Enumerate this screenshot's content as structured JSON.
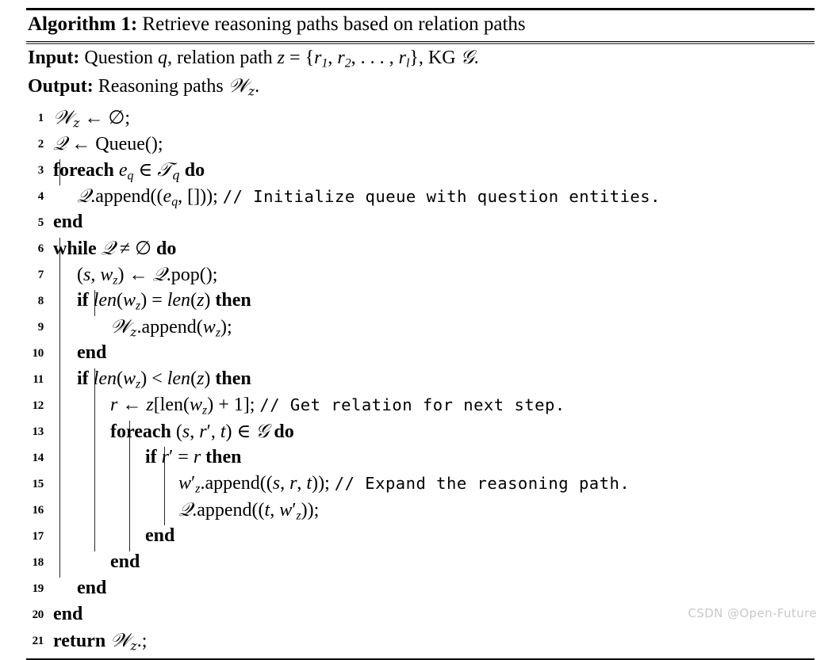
{
  "caption": {
    "label": "Algorithm 1:",
    "title": "Retrieve reasoning paths based on relation paths"
  },
  "io": {
    "input_label": "Input:",
    "input_text": "Question q, relation path z = {r1, r2, . . . , rl}, KG G.",
    "output_label": "Output:",
    "output_text": "Reasoning paths Wz."
  },
  "lines": [
    {
      "no": "1",
      "text": "Wz ← ∅;",
      "comment": ""
    },
    {
      "no": "2",
      "text": "Q ← Queue();",
      "comment": ""
    },
    {
      "no": "3",
      "text": "foreach eq ∈ Tq do",
      "comment": ""
    },
    {
      "no": "4",
      "text": "Q.append((eq, []));",
      "comment": "// Initialize queue with question entities."
    },
    {
      "no": "5",
      "text": "end",
      "comment": ""
    },
    {
      "no": "6",
      "text": "while Q ≠ ∅ do",
      "comment": ""
    },
    {
      "no": "7",
      "text": "(s, wz) ← Q.pop();",
      "comment": ""
    },
    {
      "no": "8",
      "text": "if len(wz) = len(z) then",
      "comment": ""
    },
    {
      "no": "9",
      "text": "Wz.append(wz);",
      "comment": ""
    },
    {
      "no": "10",
      "text": "end",
      "comment": ""
    },
    {
      "no": "11",
      "text": "if len(wz) < len(z) then",
      "comment": ""
    },
    {
      "no": "12",
      "text": "r ← z[len(wz) + 1];",
      "comment": "// Get relation for next step."
    },
    {
      "no": "13",
      "text": "foreach (s, r′, t) ∈ G do",
      "comment": ""
    },
    {
      "no": "14",
      "text": "if r′ = r then",
      "comment": ""
    },
    {
      "no": "15",
      "text": "w′z.append((s, r, t));",
      "comment": "// Expand the reasoning path."
    },
    {
      "no": "16",
      "text": "Q.append((t, w′z));",
      "comment": ""
    },
    {
      "no": "17",
      "text": "end",
      "comment": ""
    },
    {
      "no": "18",
      "text": "end",
      "comment": ""
    },
    {
      "no": "19",
      "text": "end",
      "comment": ""
    },
    {
      "no": "20",
      "text": "end",
      "comment": ""
    },
    {
      "no": "21",
      "text": "return Wz.;",
      "comment": ""
    }
  ],
  "watermark": "CSDN @Open-Future",
  "colors": {
    "text": "#000000",
    "rule": "#000000",
    "guide": "#2a2a2a",
    "watermark": "#c9c9c9"
  }
}
